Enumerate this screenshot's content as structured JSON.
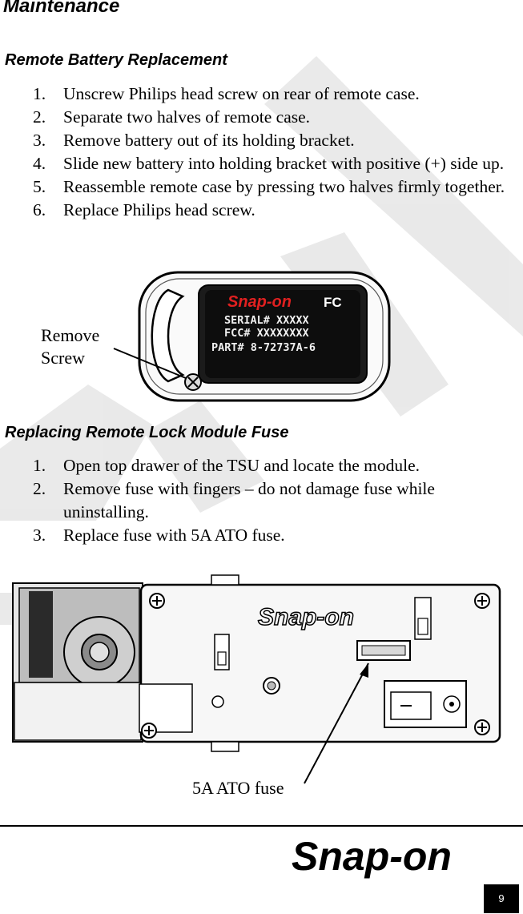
{
  "heading": "Maintenance",
  "sections": {
    "battery": {
      "title": "Remote Battery Replacement",
      "steps": [
        "Unscrew Philips head screw on rear of remote case.",
        "Separate two halves of remote case.",
        "Remove battery out of its holding bracket.",
        "Slide new battery into holding bracket with positive (+) side up.",
        "Reassemble remote case by pressing two halves firmly together.",
        "Replace Philips head screw."
      ]
    },
    "fuse": {
      "title": "Replacing Remote Lock Module Fuse",
      "steps": [
        "Open top drawer of the TSU and locate the module.",
        "Remove fuse with fingers – do not damage fuse while uninstalling.",
        "Replace fuse with 5A ATO fuse."
      ]
    }
  },
  "remote_figure": {
    "callout_line1": "Remove",
    "callout_line2": "Screw",
    "brand": "Snap-on",
    "fcc_mark": "FC",
    "serial": "SERIAL# XXXXX",
    "fcc_id": "FCC# XXXXXXXX",
    "part": "PART# 8-72737A-6"
  },
  "module_figure": {
    "callout": "5A ATO fuse",
    "brand": "Snap-on"
  },
  "footer": {
    "brand": "Snap-on",
    "page_number": "9"
  }
}
